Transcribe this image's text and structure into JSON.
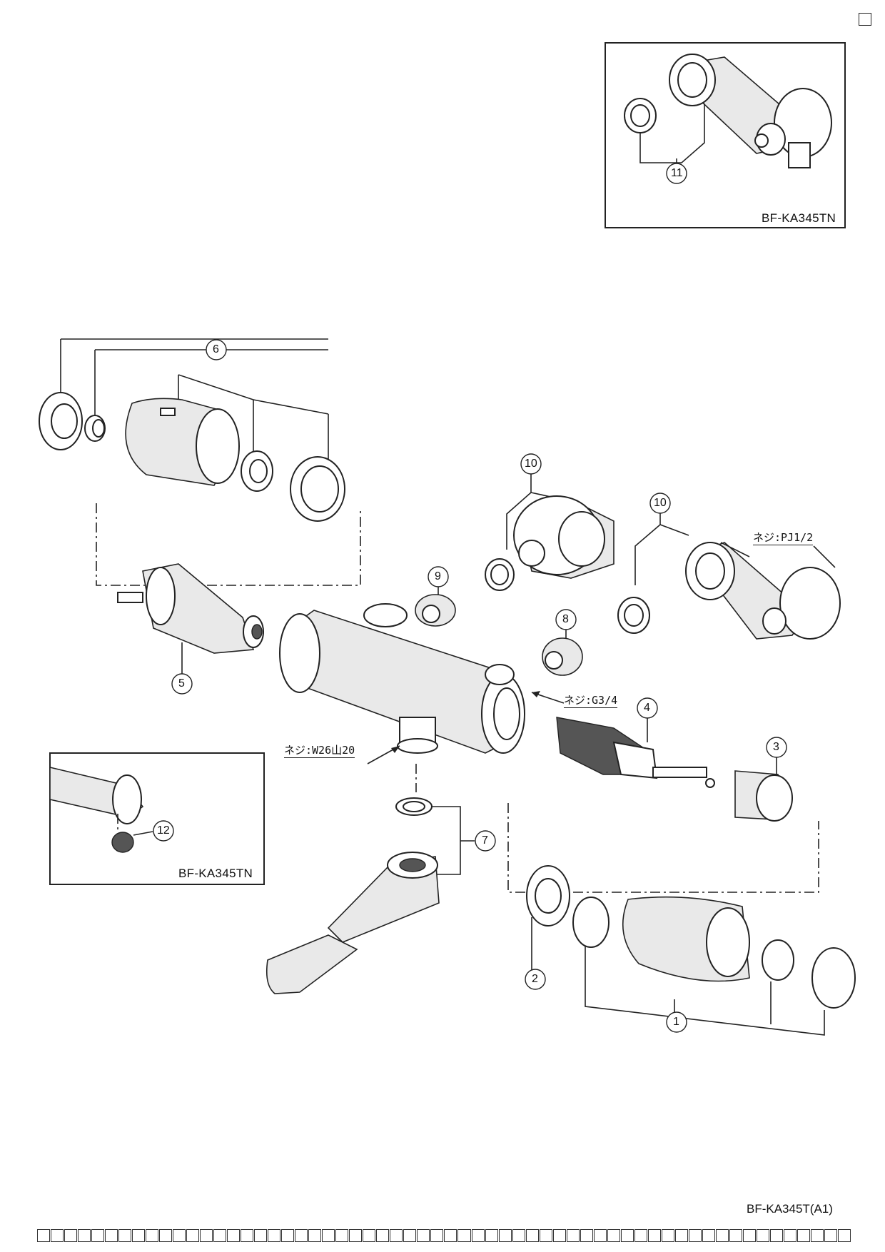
{
  "insets": {
    "top_right": {
      "model": "BF-KA345TN",
      "part": "11"
    },
    "bottom_left": {
      "model": "BF-KA345TN",
      "part": "12"
    }
  },
  "parts": [
    "1",
    "2",
    "3",
    "4",
    "5",
    "6",
    "7",
    "8",
    "9",
    "10",
    "10",
    "11",
    "12"
  ],
  "callouts": {
    "pj": "ネジ:PJ1/2",
    "g34": "ネジ:G3/4",
    "w26": "ネジ:W26山20"
  },
  "footer": {
    "model": "BF-KA345T(A1)"
  }
}
